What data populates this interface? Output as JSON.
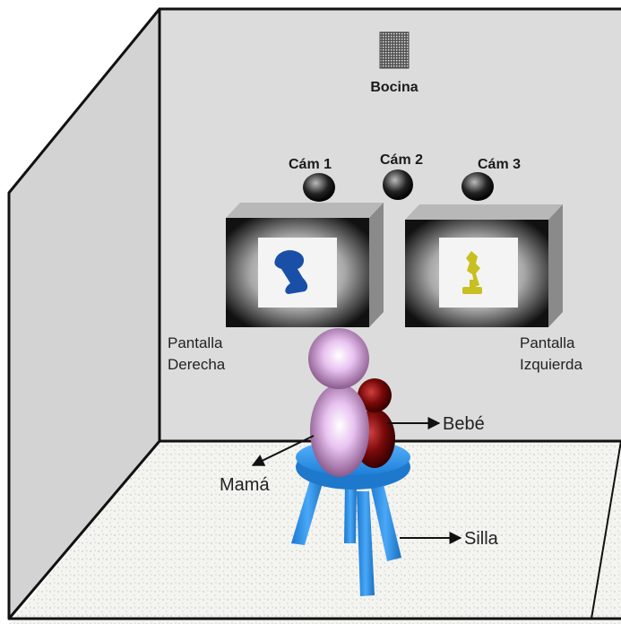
{
  "labels": {
    "speaker": "Bocina",
    "cam1": "Cám 1",
    "cam2": "Cám 2",
    "cam3": "Cám 3",
    "screen_right_line1": "Pantalla",
    "screen_right_line2": "Derecha",
    "screen_left_line1": "Pantalla",
    "screen_left_line2": "Izquierda",
    "baby": "Bebé",
    "mom": "Mamá",
    "chair": "Silla"
  },
  "colors": {
    "back_wall": "#dcdcdc",
    "side_wall": "#d3d3d3",
    "floor": "#f4f4f0",
    "chair": "#2f8fe0",
    "mom": "#e4b6ee",
    "baby": "#7a0a0a",
    "stimulus_right": "#1a4fa8",
    "stimulus_left": "#c8c020"
  }
}
